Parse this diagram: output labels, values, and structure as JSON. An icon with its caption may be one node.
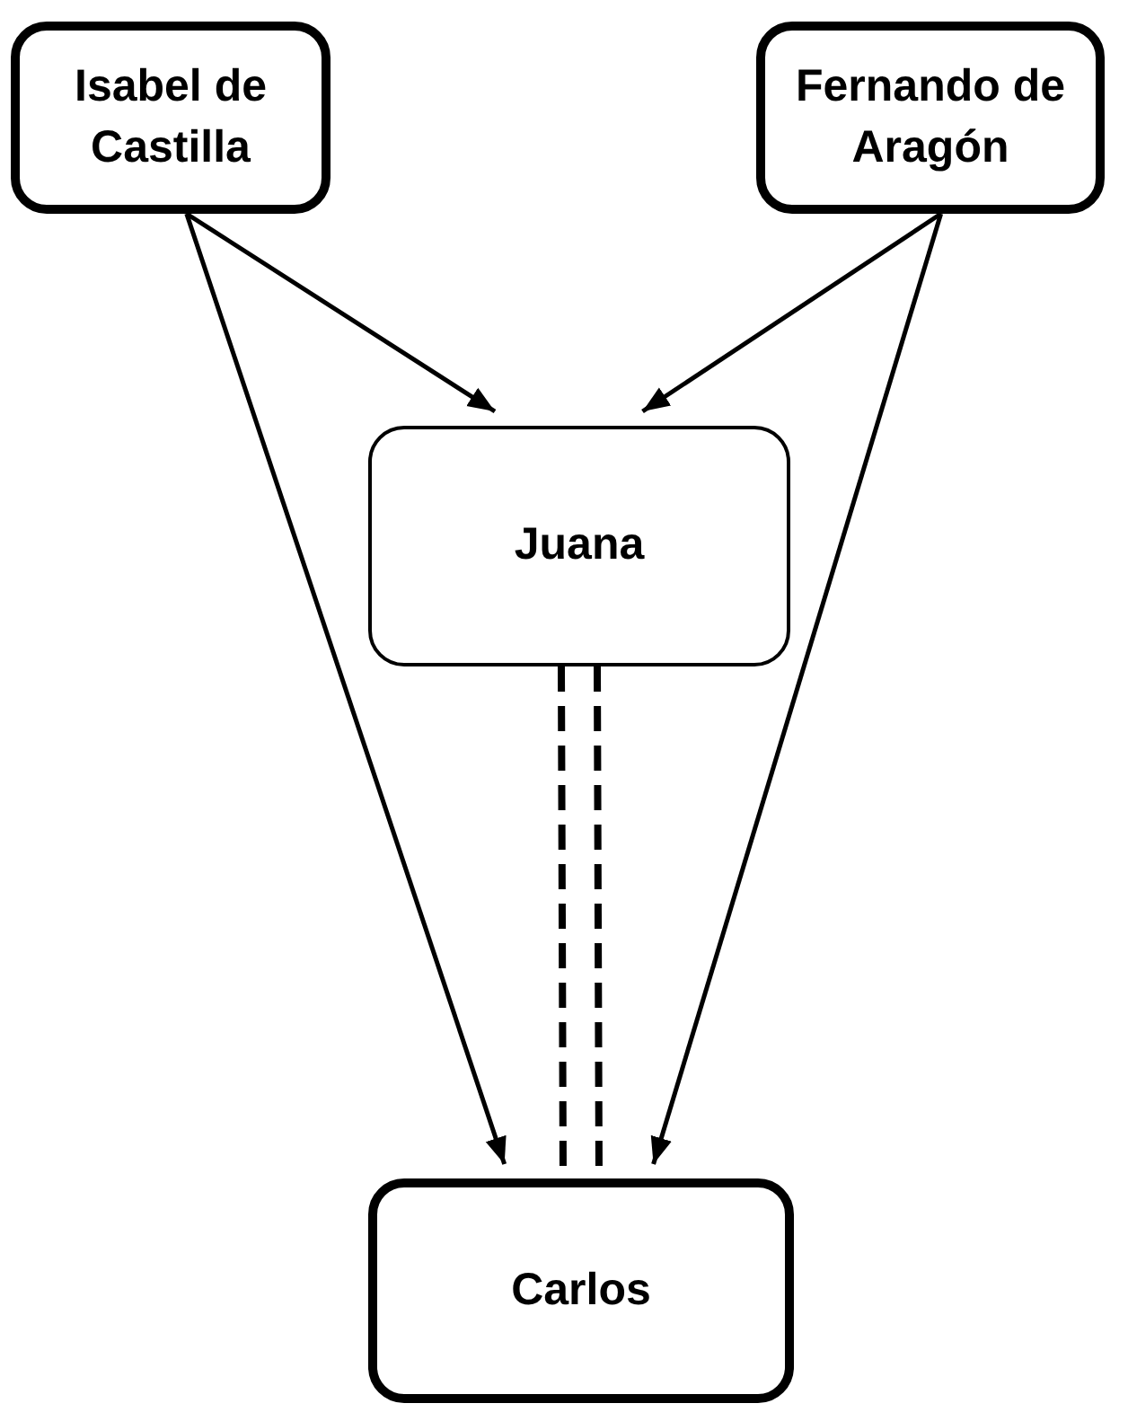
{
  "diagram": {
    "nodes": [
      {
        "text": [
          "Isabel de Castilla"
        ]
      },
      {
        "text": [
          "Fernando de Aragón"
        ]
      },
      {
        "text": [
          "Juana"
        ]
      },
      {
        "text": [
          "Carlos"
        ]
      }
    ],
    "edges": [
      {
        "from": 0,
        "to": 2,
        "arrow": "to"
      },
      {
        "from": 1,
        "to": 2,
        "arrow": "to"
      },
      {
        "from": 0,
        "to": 3,
        "arrow": "to"
      },
      {
        "from": 1,
        "to": 3,
        "arrow": "to"
      },
      {
        "from": 2,
        "to": 3,
        "arrow": "none",
        "style": "dashed"
      }
    ]
  }
}
